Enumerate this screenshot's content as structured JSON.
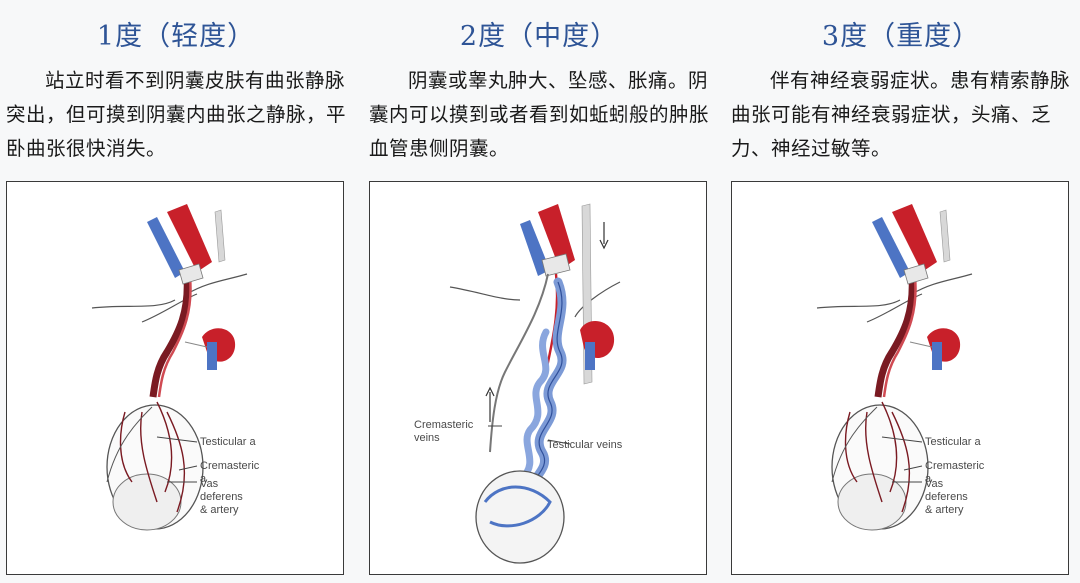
{
  "grades": [
    {
      "title": "1度（轻度）",
      "description": "站立时看不到阴囊皮肤有曲张静脉突出，但可摸到阴囊内曲张之静脉，平卧曲张很快消失。",
      "labels": {
        "testicular_a": "Testicular a",
        "cremasteric_a": "Cremasteric\na",
        "vas": "Vas\ndeferens\n& artery"
      }
    },
    {
      "title": "2度（中度）",
      "description": "阴囊或睾丸肿大、坠感、胀痛。阴囊内可以摸到或者看到如蚯蚓般的肿胀血管患侧阴囊。",
      "labels": {
        "cremasteric_veins": "Cremasteric\nveins",
        "testicular_veins": "Testicular veins"
      }
    },
    {
      "title": "3度（重度）",
      "description": "伴有神经衰弱症状。患有精索静脉曲张可能有神经衰弱症状，头痛、乏力、神经过敏等。",
      "labels": {
        "testicular_a": "Testicular a",
        "cremasteric_a": "Cremasteric\na",
        "vas": "Vas\ndeferens\n& artery"
      }
    }
  ],
  "colors": {
    "title": "#2e5496",
    "artery": "#c8202a",
    "vein": "#4d74c4",
    "dilated_vein": "#7c9ad6"
  },
  "icons": {
    "nav": "chevron-left-icon"
  }
}
